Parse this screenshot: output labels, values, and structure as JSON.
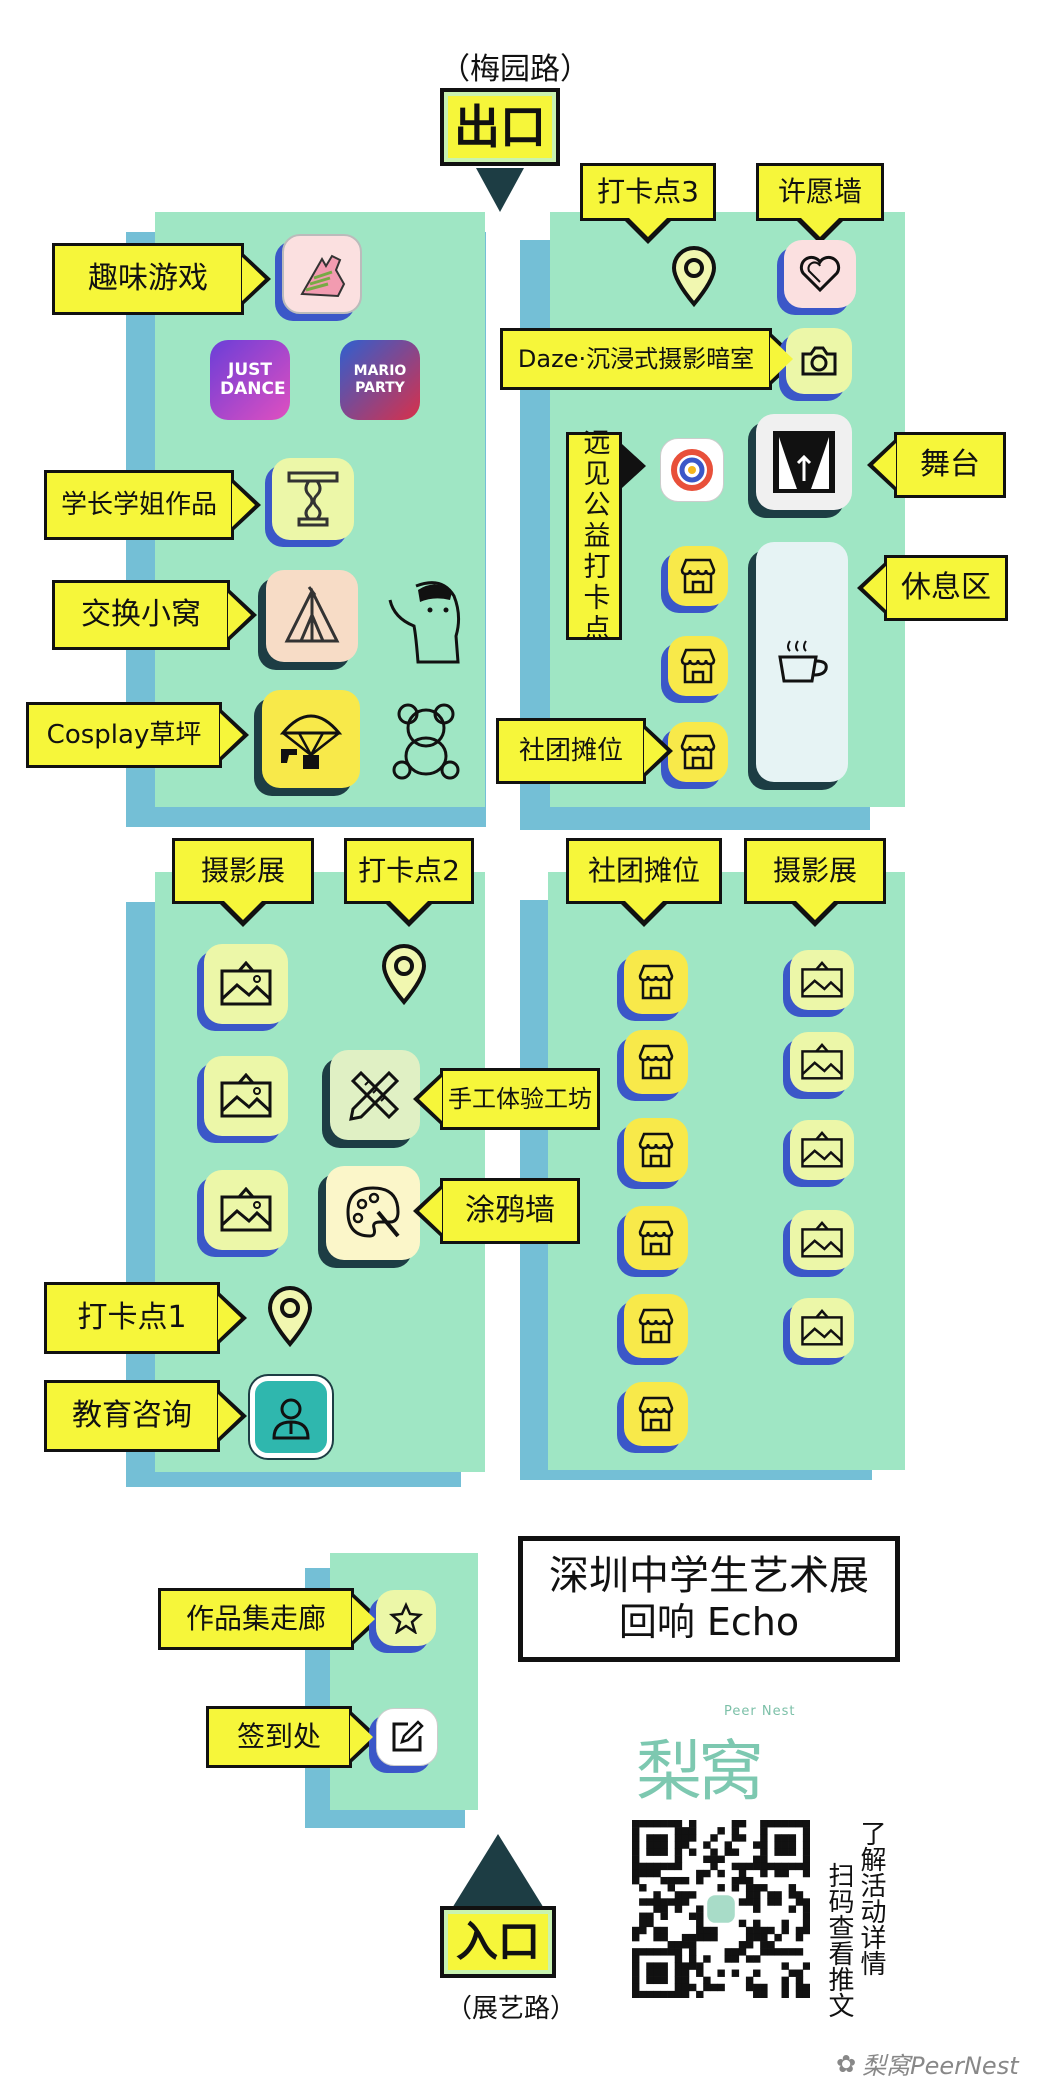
{
  "roads": {
    "top": "（梅园路）",
    "bottom": "（展艺路）"
  },
  "exits": {
    "exit": "出口",
    "entrance": "入口"
  },
  "labels": {
    "fun_games": "趣味游戏",
    "senior_works": "学长学姐作品",
    "swap_nest": "交换小窝",
    "cosplay_lawn": "Cosplay草坪",
    "checkin3": "打卡点3",
    "wish_wall": "许愿墙",
    "daze_darkroom": "Daze·沉浸式摄影暗室",
    "yuanjian_checkin": "远见公益打卡点",
    "stage": "舞台",
    "rest_area": "休息区",
    "club_stall_a": "社团摊位",
    "photo_exhibit_a": "摄影展",
    "checkin2": "打卡点2",
    "club_stall_b": "社团摊位",
    "photo_exhibit_b": "摄影展",
    "handcraft": "手工体验工坊",
    "graffiti": "涂鸦墙",
    "checkin1": "打卡点1",
    "education": "教育咨询",
    "gallery": "作品集走廊",
    "signin": "签到处"
  },
  "app_icons": {
    "just_dance": "JUST DANCE",
    "mario_party": "MARIO PARTY"
  },
  "title": {
    "line1": "深圳中学生艺术展",
    "line2": "回响 Echo"
  },
  "brand": {
    "logo_cn": "梨窝",
    "logo_en": "Peer Nest",
    "watermark": "梨窝PeerNest"
  },
  "qr": {
    "col1": "了解活动详情",
    "col2": "扫码查看推文"
  },
  "colors": {
    "block": "#9fe6c4",
    "shadow": "#74bfd6",
    "label": "#f6f63a",
    "tile_yellow": "#f8e94a",
    "tile_lightgreen": "#ecf7a8",
    "accent_blue": "#3b57c8",
    "dark": "#1d3d44"
  }
}
